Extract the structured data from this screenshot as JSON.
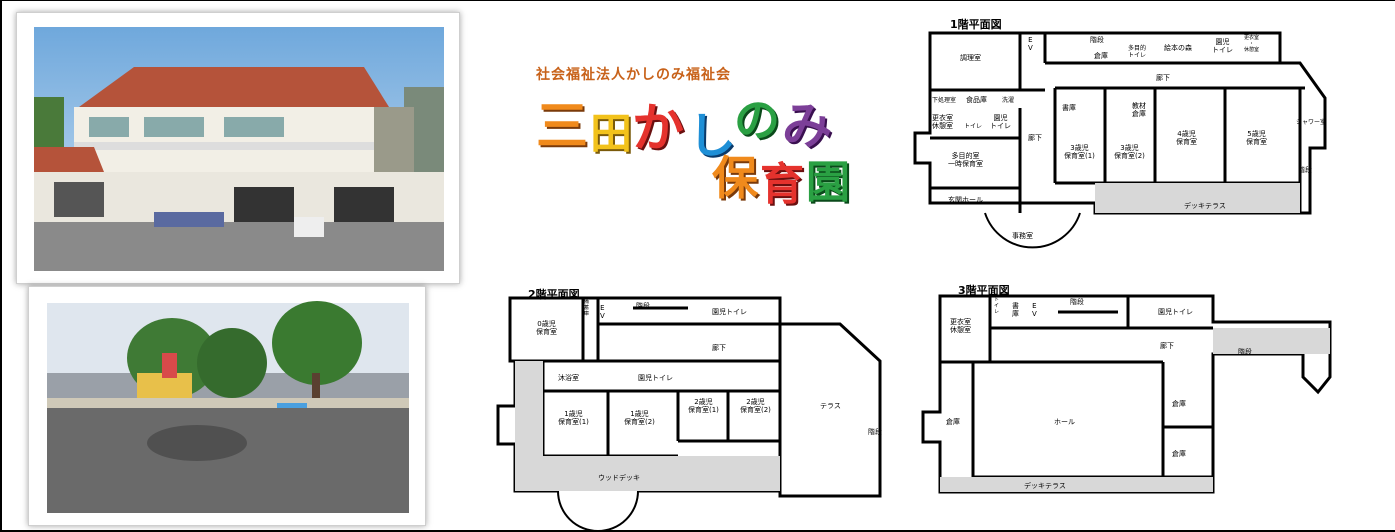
{
  "logo": {
    "org_name": "社会福祉法人かしのみ福祉会",
    "char1": "三",
    "char2": "田",
    "char3": "か",
    "char4": "し",
    "char5": "の",
    "char6": "み",
    "char7": "保",
    "char8": "育",
    "char9": "園",
    "colors": {
      "orange": "#f08a1c",
      "red": "#e5322d",
      "blue": "#1e8fd6",
      "green": "#2aa043",
      "yellow": "#f2c21b",
      "purple": "#7c3f98"
    }
  },
  "floor1": {
    "title": "1階平面図",
    "rooms": {
      "kitchen": "調理室",
      "ev": "E\nV",
      "stairs": "階段",
      "multi_toilet": "多目的\nトイレ",
      "storage_a": "倉庫",
      "picture_books": "絵本の森",
      "kids_toilet": "園児\nトイレ",
      "changing_top": "更衣室\n・\n休憩室",
      "hallway": "廊下",
      "cleaning": "下処理室",
      "food_store": "食品庫",
      "washing": "洗濯",
      "changing": "更衣室\n休憩室",
      "toilet": "トイレ",
      "kids_toilet2": "園児\nトイレ",
      "storage_b": "書庫",
      "materials": "教材\n倉庫",
      "age3_1": "3歳児\n保育室(1)",
      "age3_2": "3歳児\n保育室(2)",
      "age4": "4歳児\n保育室",
      "age5": "5歳児\n保育室",
      "shower": "シャワー室",
      "stairs2": "階段",
      "hallway2": "廊下",
      "multipurpose": "多目的室\n一時保育室",
      "entrance": "玄関ホール",
      "deck": "デッキテラス",
      "office": "事務室"
    }
  },
  "floor2": {
    "title": "2階平面図",
    "rooms": {
      "age0": "0歳児\n保育室",
      "storage": "備\n蓄\n庫",
      "ev": "E\nV",
      "stairs": "階段",
      "kids_toilet": "園児トイレ",
      "hallway": "廊下",
      "bath": "沐浴室",
      "kids_toilet2": "園児トイレ",
      "age1_1": "1歳児\n保育室(1)",
      "age1_2": "1歳児\n保育室(2)",
      "age2_1": "2歳児\n保育室(1)",
      "age2_2": "2歳児\n保育室(2)",
      "terrace": "テラス",
      "stairs2": "階段",
      "wood_deck": "ウッドデッキ"
    }
  },
  "floor3": {
    "title": "3階平面図",
    "rooms": {
      "changing": "更衣室\n休憩室",
      "toilet": "ト\nイ\nレ",
      "storage": "書\n庫",
      "ev": "E\nV",
      "stairs": "階段",
      "kids_toilet": "園児トイレ",
      "hallway": "廊下",
      "stairs2": "階段",
      "storage_left": "倉庫",
      "hall": "ホール",
      "storage_r1": "倉庫",
      "storage_r2": "倉庫",
      "deck": "デッキテラス"
    }
  }
}
